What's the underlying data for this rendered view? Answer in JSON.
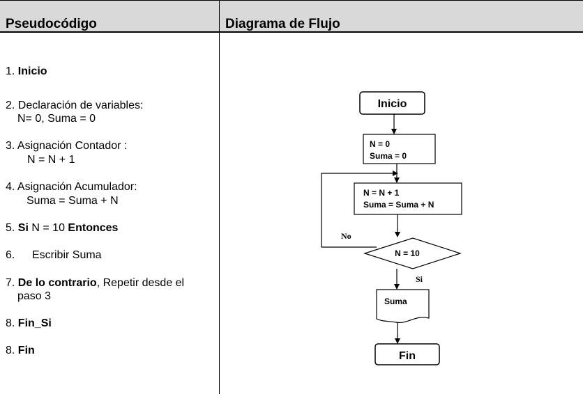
{
  "headers": {
    "left": "Pseudocódigo",
    "right": "Diagrama de Flujo"
  },
  "pseudocode": {
    "s1_num": "1.",
    "s1_bold": "Inicio",
    "s2_text": "2. Declaración de variables:",
    "s2_sub": "N= 0, Suma = 0",
    "s3_text": "3. Asignación Contador :",
    "s3_sub": "N = N + 1",
    "s4_text": "4. Asignación Acumulador:",
    "s4_sub": "Suma = Suma + N",
    "s5_num": "5.",
    "s5_b1": "Si",
    "s5_mid": "N = 10",
    "s5_b2": "Entonces",
    "s6_num": "6.",
    "s6_text": "Escribir Suma",
    "s7_num": "7.",
    "s7_bold": "De lo contrario",
    "s7_rest": ", Repetir desde el",
    "s7_line2": "paso 3",
    "s8a_num": "8.",
    "s8a_bold": "Fin_Si",
    "s8b_num": "8.",
    "s8b_bold": "Fin"
  },
  "flowchart": {
    "start": "Inicio",
    "init_line1": "N = 0",
    "init_line2": "Suma = 0",
    "process_line1": "N = N + 1",
    "process_line2": "Suma = Suma + N",
    "decision": "N = 10",
    "no_label": "No",
    "yes_label": "Si",
    "output": "Suma",
    "end": "Fin"
  }
}
